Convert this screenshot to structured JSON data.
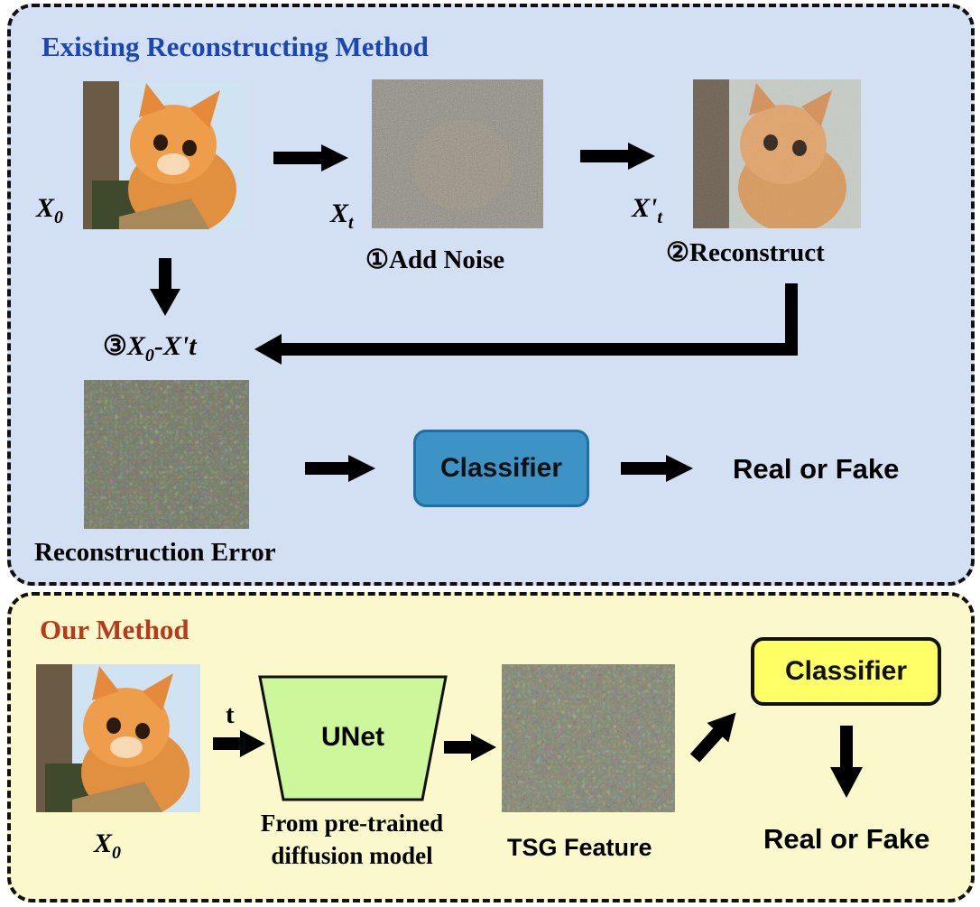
{
  "top_panel": {
    "title": "Existing Reconstructing Method",
    "title_color": "#1a47b4",
    "x0_label": "X",
    "x0_sub": "0",
    "xt_label": "X",
    "xt_sub": "t",
    "xpt_label": "X'",
    "xpt_sub": "t",
    "step1": "①Add Noise",
    "step2": "②Reconstruct",
    "step3_prefix": "③",
    "step3_x": "X",
    "step3_sub": "0",
    "step3_rest": "-X't",
    "error_label": "Reconstruction Error",
    "classifier": "Classifier",
    "output": "Real or Fake"
  },
  "bottom_panel": {
    "title": "Our Method",
    "title_color": "#b83a1e",
    "x0_label": "X",
    "x0_sub": "0",
    "t_label": "t",
    "unet": "UNet",
    "unet_caption_line1": "From pre-trained",
    "unet_caption_line2": "diffusion model",
    "feature_label": "TSG Feature",
    "classifier": "Classifier",
    "output": "Real or Fake"
  },
  "colors": {
    "top_panel_bg": "#d3e0f3",
    "bottom_panel_bg": "#fbf9cc",
    "classifier_top": "#3d93c6",
    "classifier_bottom": "#ffff66",
    "unet_fill": "#ccf79a"
  },
  "icons": [
    "cat-photo",
    "noisy-cat-photo",
    "reconstructed-cat-photo",
    "error-map",
    "arrow-right",
    "arrow-down",
    "arrow-left"
  ]
}
